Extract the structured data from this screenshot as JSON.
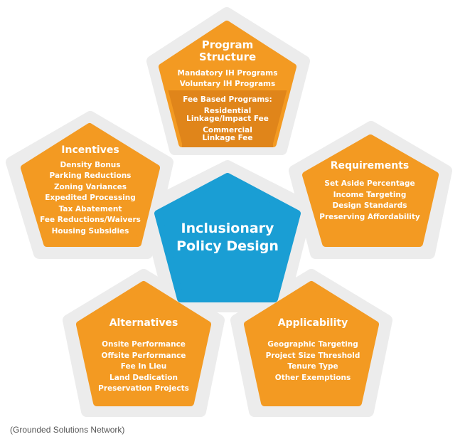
{
  "center": {
    "title_lines": [
      "Inclusionary",
      "Policy Design"
    ]
  },
  "program_structure": {
    "title_lines": [
      "Program",
      "Structure"
    ],
    "items": [
      "Mandatory IH Programs",
      "Voluntary IH Programs"
    ],
    "fee_header": "Fee Based Programs:",
    "fee_items": [
      "Residential",
      "Linkage/Impact Fee",
      "Commercial",
      "Linkage Fee"
    ]
  },
  "incentives": {
    "title": "Incentives",
    "items": [
      "Density Bonus",
      "Parking Reductions",
      "Zoning Variances",
      "Expedited Processing",
      "Tax Abatement",
      "Fee Reductions/Waivers",
      "Housing Subsidies"
    ]
  },
  "requirements": {
    "title": "Requirements",
    "items": [
      "Set Aside Percentage",
      "Income Targeting",
      "Design Standards",
      "Preserving Affordability"
    ]
  },
  "alternatives": {
    "title": "Alternatives",
    "items": [
      "Onsite Performance",
      "Offsite Performance",
      "Fee In Lieu",
      "Land Dedication",
      "Preservation Projects"
    ]
  },
  "applicability": {
    "title": "Applicability",
    "items": [
      "Geographic Targeting",
      "Project Size Threshold",
      "Tenure Type",
      "Other Exemptions"
    ]
  },
  "caption": "(Grounded Solutions Network)",
  "colors": {
    "orange": "#F39A22",
    "orange_dark": "#E0851A",
    "blue": "#1A9ED4",
    "halo": "#ECECEC"
  }
}
